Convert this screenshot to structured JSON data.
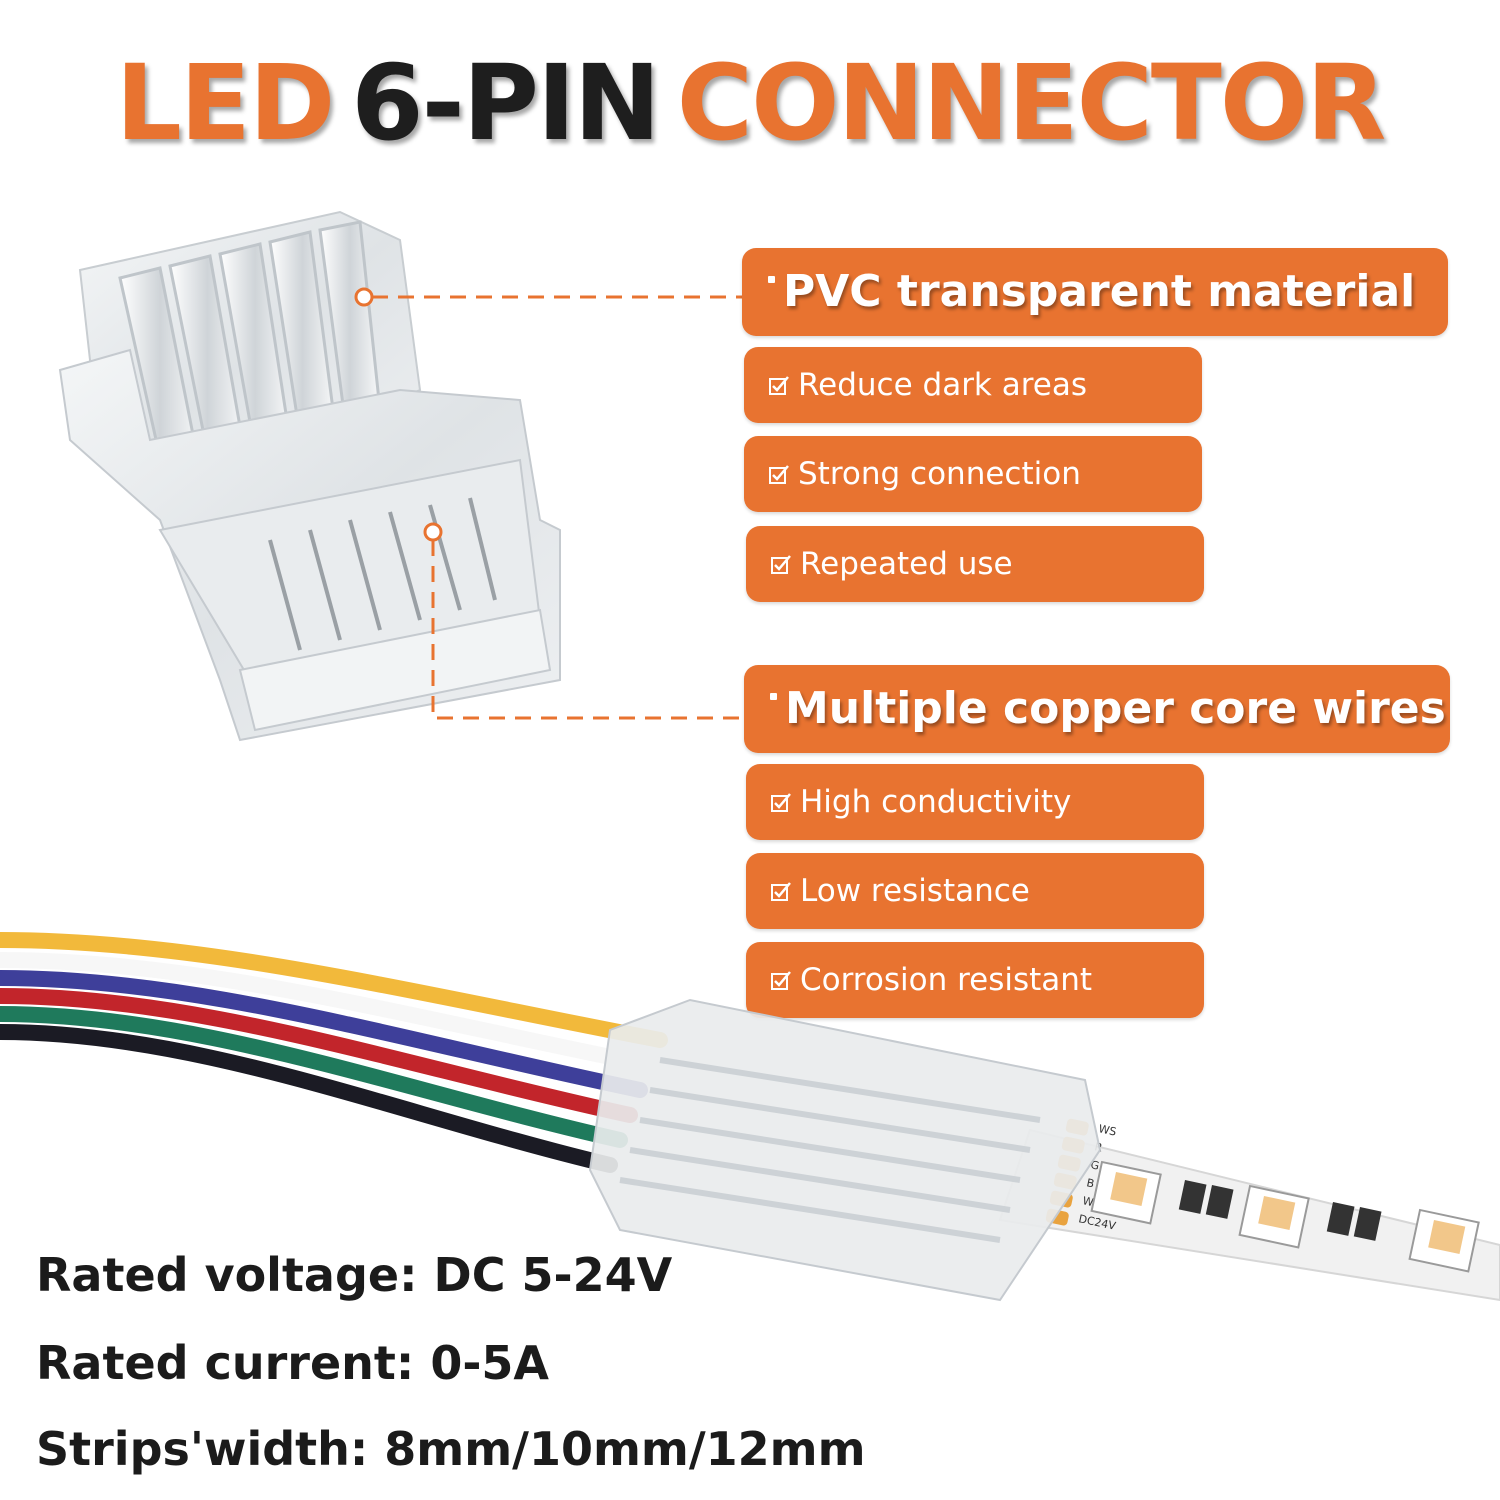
{
  "title": {
    "word1": "LED",
    "word2": "6-PIN",
    "word3": "CONNECTOR"
  },
  "colors": {
    "accent": "#e87330",
    "dark": "#1e1e1e",
    "white": "#ffffff"
  },
  "features": [
    {
      "heading": "PVC transparent material",
      "items": [
        "Reduce dark areas",
        "Strong connection",
        "Repeated use"
      ]
    },
    {
      "heading": "Multiple copper core wires",
      "items": [
        "High conductivity",
        "Low resistance",
        "Corrosion resistant"
      ]
    }
  ],
  "icons": {
    "check": "checkbox-check-icon"
  },
  "strip_labels": [
    "WS",
    "R",
    "G",
    "B",
    "WJ",
    "DC24V"
  ],
  "specs": [
    "Rated voltage: DC 5-24V",
    "Rated current: 0-5A",
    "Strips'width: 8mm/10mm/12mm"
  ]
}
